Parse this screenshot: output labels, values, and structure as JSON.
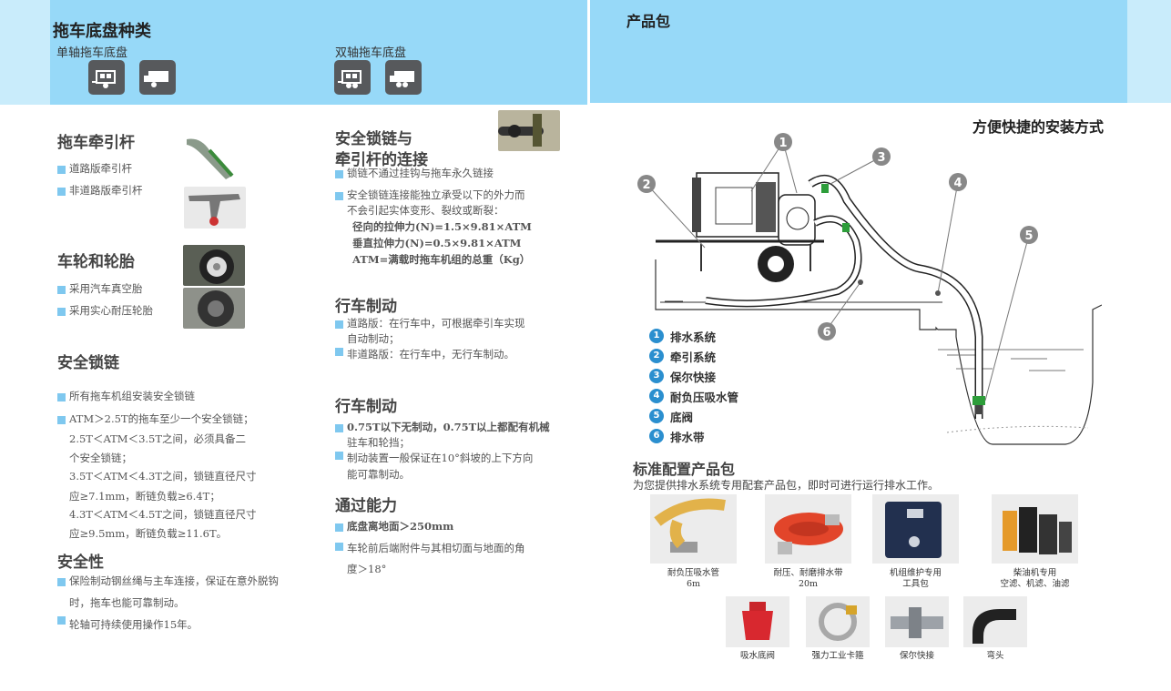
{
  "header_left": {
    "title": "拖车底盘种类",
    "single": "单轴拖车底盘",
    "double": "双轴拖车底盘"
  },
  "header_right": {
    "title": "产品包"
  },
  "col1": {
    "towbar": {
      "title": "拖车牵引杆",
      "items": [
        "道路版牵引杆",
        "非道路版牵引杆"
      ]
    },
    "wheels": {
      "title": "车轮和轮胎",
      "items": [
        "采用汽车真空胎",
        "采用实心耐压轮胎"
      ]
    },
    "chain": {
      "title": "安全锁链",
      "item1": "所有拖车机组安装安全锁链",
      "item2_lines": [
        "ATM＞2.5T的拖车至少一个安全锁链；",
        "2.5T＜ATM＜3.5T之间，必须具备二",
        "个安全锁链；",
        "3.5T＜ATM＜4.3T之间，锁链直径尺寸",
        "应≥7.1mm，断链负载≥6.4T；",
        "4.3T＜ATM＜4.5T之间，锁链直径尺寸",
        "应≥9.5mm，断链负载≥11.6T。"
      ]
    },
    "safety": {
      "title": "安全性",
      "item1_lines": [
        "保险制动钢丝绳与主车连接，保证在意外脱钩",
        "时，拖车也能可靠制动。"
      ],
      "item2": "轮轴可持续使用操作15年。"
    }
  },
  "col2": {
    "chainlink": {
      "title_lines": [
        "安全锁链与",
        "牵引杆的连接"
      ],
      "item1": "锁链不通过挂钩与拖车永久链接",
      "item2_lines": [
        "安全锁链连接能独立承受以下的外力而",
        "不会引起实体变形、裂纹或断裂："
      ],
      "formula_lines": [
        "径向的拉伸力(N)=1.5×9.81×ATM",
        "垂直拉伸力(N)=0.5×9.81×ATM",
        "ATM=满载时拖车机组的总重（Kg）"
      ]
    },
    "brake1": {
      "title": "行车制动",
      "item1_lines": [
        "道路版：在行车中，可根据牵引车实现",
        "自动制动；"
      ],
      "item2": "非道路版：在行车中，无行车制动。"
    },
    "brake2": {
      "title": "行车制动",
      "item1_lines": [
        "0.75T以下无制动，0.75T以上都配有机械",
        "驻车和轮挡；"
      ],
      "item2_lines": [
        "制动装置一般保证在10°斜坡的上下方向",
        "能可靠制动。"
      ]
    },
    "pass": {
      "title": "通过能力",
      "item1": "底盘离地面＞250mm",
      "item2_lines": [
        "车轮前后端附件与其相切面与地面的角",
        "度＞18°"
      ]
    }
  },
  "right": {
    "install_title": "方便快捷的安装方式",
    "diagram_nums": [
      "1",
      "2",
      "3",
      "4",
      "5",
      "6"
    ],
    "legend": [
      {
        "n": "1",
        "label": "排水系统"
      },
      {
        "n": "2",
        "label": "牵引系统"
      },
      {
        "n": "3",
        "label": "保尔快接"
      },
      {
        "n": "4",
        "label": "耐负压吸水管"
      },
      {
        "n": "5",
        "label": "底阀"
      },
      {
        "n": "6",
        "label": "排水带"
      }
    ],
    "package_title": "标准配置产品包",
    "package_sub": "为您提供排水系统专用配套产品包，即时可进行运行排水工作。",
    "products_row1": [
      {
        "l1": "耐负压吸水管",
        "l2": "6m"
      },
      {
        "l1": "耐压、耐磨排水带",
        "l2": "20m"
      },
      {
        "l1": "机组维护专用",
        "l2": "工具包"
      },
      {
        "l1": "柴油机专用",
        "l2": "空滤、机滤、油滤"
      }
    ],
    "products_row2": [
      "吸水底阀",
      "强力工业卡箍",
      "保尔快接",
      "弯头"
    ]
  },
  "colors": {
    "band": "#97d9f8",
    "bullet": "#7fc8ef",
    "number": "#2b8fcf"
  }
}
